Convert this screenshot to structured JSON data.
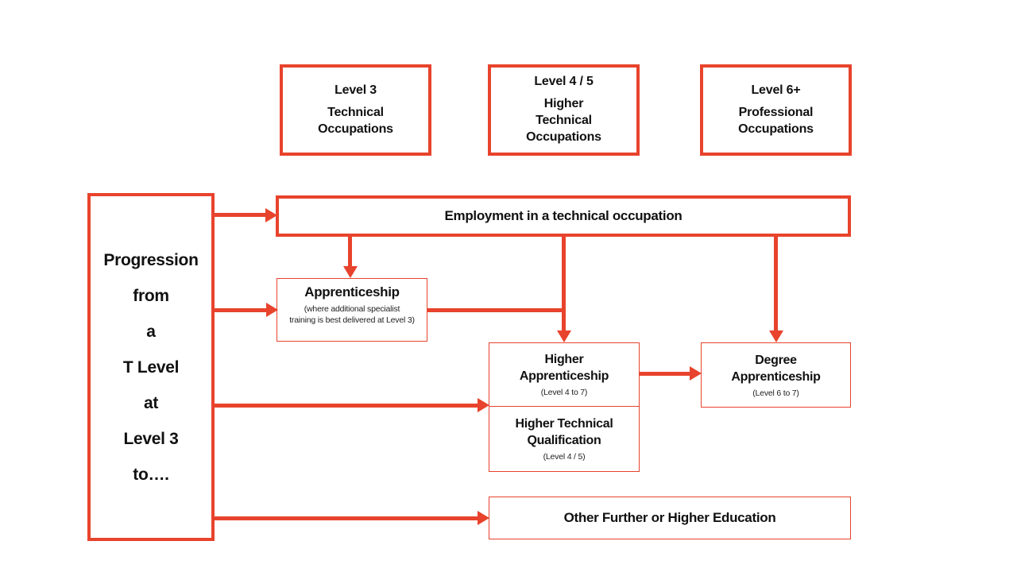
{
  "colors": {
    "accent": "#E8432C",
    "ink": "#111111",
    "canvas": "#FFFFFF"
  },
  "top_boxes": [
    {
      "title": "Level 3",
      "subtitle": "Technical\nOccupations"
    },
    {
      "title": "Level 4 / 5",
      "subtitle": "Higher\nTechnical\nOccupations"
    },
    {
      "title": "Level 6+",
      "subtitle": "Professional\nOccupations"
    }
  ],
  "source_box": {
    "lines": [
      "Progression",
      "from",
      "a",
      "T Level",
      "at",
      "Level 3",
      "to…."
    ]
  },
  "employment_box": {
    "label": "Employment in a technical occupation"
  },
  "apprenticeship_box": {
    "title": "Apprenticeship",
    "note": "(where additional specialist\ntraining is best delivered at Level 3)"
  },
  "higher_box": {
    "apprenticeship": {
      "title": "Higher\nApprenticeship",
      "note": "(Level 4 to 7)"
    },
    "qualification": {
      "title": "Higher Technical\nQualification",
      "note": "(Level 4 / 5)"
    }
  },
  "degree_box": {
    "title": "Degree\nApprenticeship",
    "note": "(Level 6 to 7)"
  },
  "other_box": {
    "label": "Other Further or Higher Education"
  },
  "connections": [
    {
      "from": "source-box",
      "to": "employment-box"
    },
    {
      "from": "source-box",
      "to": "apprenticeship-box"
    },
    {
      "from": "source-box",
      "to": "higher-box"
    },
    {
      "from": "source-box",
      "to": "other-box"
    },
    {
      "from": "employment-box",
      "to": "apprenticeship-box"
    },
    {
      "from": "employment-box",
      "to": "higher-box"
    },
    {
      "from": "employment-box",
      "to": "degree-box"
    },
    {
      "from": "apprenticeship-box",
      "to": "higher-box"
    },
    {
      "from": "higher-box",
      "to": "degree-box"
    }
  ]
}
